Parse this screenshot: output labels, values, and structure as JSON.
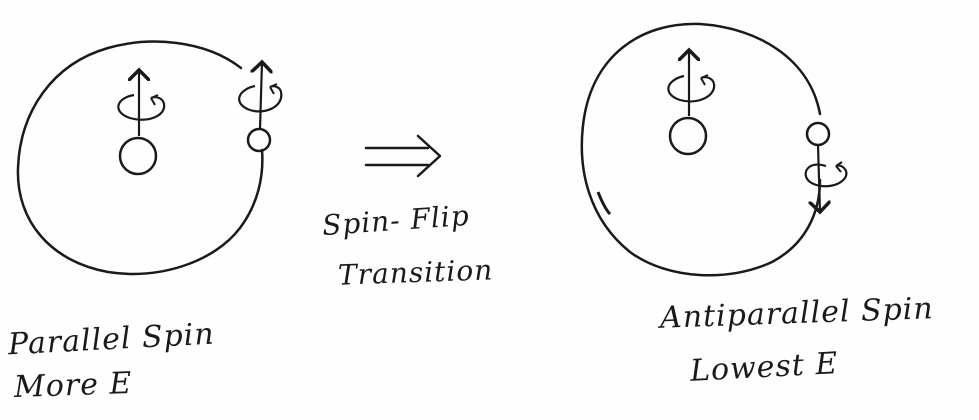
{
  "left_panel": {
    "line1": "Parallel Spin",
    "line2": "More E"
  },
  "middle": {
    "line1": "Spin- Flip",
    "line2": "Transition"
  },
  "right_panel": {
    "line1": "Antiparallel Spin",
    "line2": "Lowest E"
  },
  "colors": {
    "ink": "#1a1a1a",
    "paper": "#fefefe"
  }
}
